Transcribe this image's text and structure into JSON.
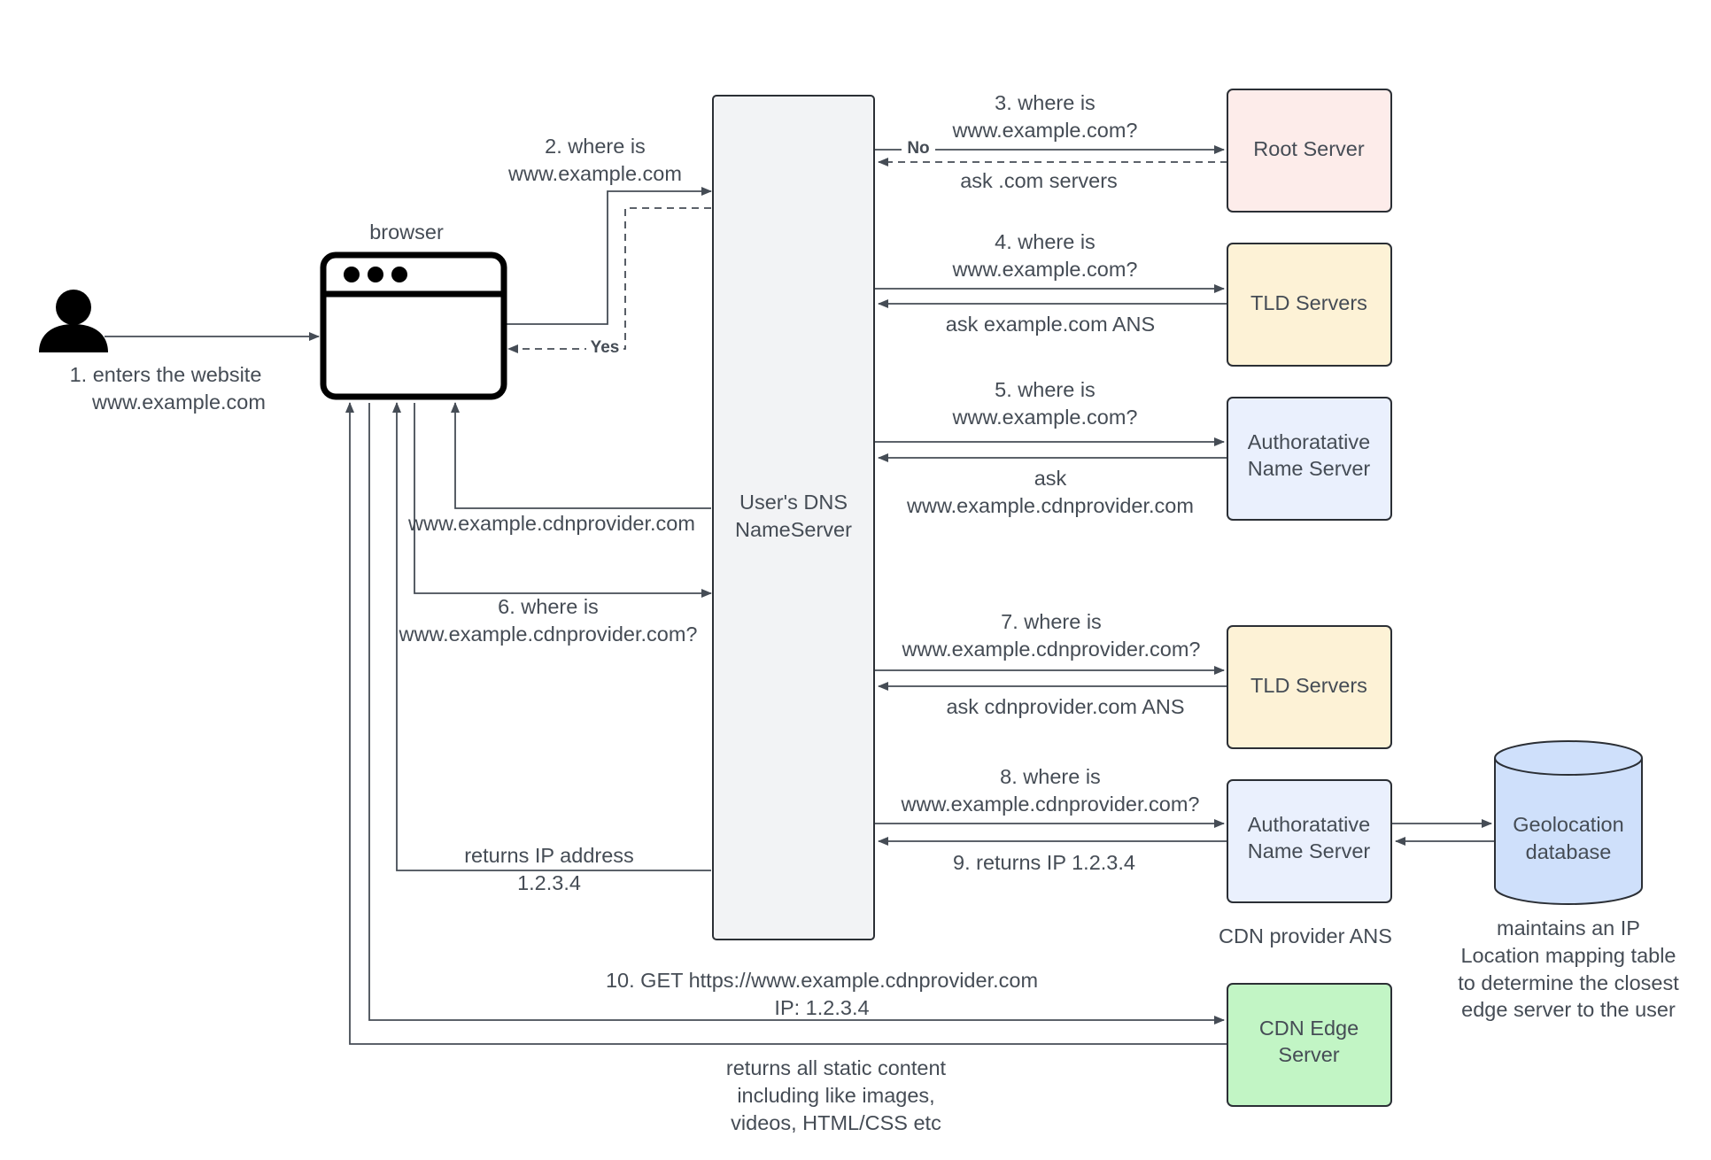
{
  "colors": {
    "line": "#454c55",
    "root_fill": "#fdecea",
    "tld_fill": "#fdf2d6",
    "ans_fill": "#eaf0fd",
    "dns_fill": "#f2f3f5",
    "edge_fill": "#c2f5c5",
    "geo_fill": "#cfe0fb"
  },
  "icons": {
    "user": "user-icon",
    "browser": "browser-window-icon"
  },
  "nodes": {
    "browser": "browser",
    "dns": [
      "User's DNS",
      "NameServer"
    ],
    "root": "Root Server",
    "tld1": "TLD Servers",
    "ans1": [
      "Authoratative",
      "Name Server"
    ],
    "tld2": "TLD Servers",
    "ans2": [
      "Authoratative",
      "Name Server"
    ],
    "ans2_caption": "CDN provider ANS",
    "geo": [
      "Geolocation",
      "database"
    ],
    "geo_caption": [
      "maintains an IP",
      "Location mapping table",
      "to determine the closest",
      "edge server to the user"
    ],
    "edge": [
      "CDN Edge",
      "Server"
    ]
  },
  "edges": {
    "step1": [
      "1. enters the website",
      "www.example.com"
    ],
    "step2": [
      "2. where is",
      "www.example.com"
    ],
    "yes": "Yes",
    "no": "No",
    "step3": [
      "3. where is",
      "www.example.com?"
    ],
    "step3_reply": "ask .com servers",
    "step4": [
      "4. where is",
      "www.example.com?"
    ],
    "step4_reply": "ask example.com ANS",
    "step5": [
      "5. where is",
      "www.example.com?"
    ],
    "step5_reply": [
      "ask",
      "www.example.cdnprovider.com"
    ],
    "cname_reply": "www.example.cdnprovider.com",
    "step6": [
      "6. where is",
      "www.example.cdnprovider.com?"
    ],
    "step7": [
      "7. where is",
      "www.example.cdnprovider.com?"
    ],
    "step7_reply": "ask cdnprovider.com ANS",
    "step8": [
      "8. where is",
      "www.example.cdnprovider.com?"
    ],
    "step9": "9. returns IP 1.2.3.4",
    "ip_reply": [
      "returns IP address",
      "1.2.3.4"
    ],
    "step10": [
      "10. GET https://www.example.cdnprovider.com",
      "IP: 1.2.3.4"
    ],
    "edge_reply": [
      "returns all static content",
      "including like images,",
      "videos, HTML/CSS etc"
    ]
  }
}
